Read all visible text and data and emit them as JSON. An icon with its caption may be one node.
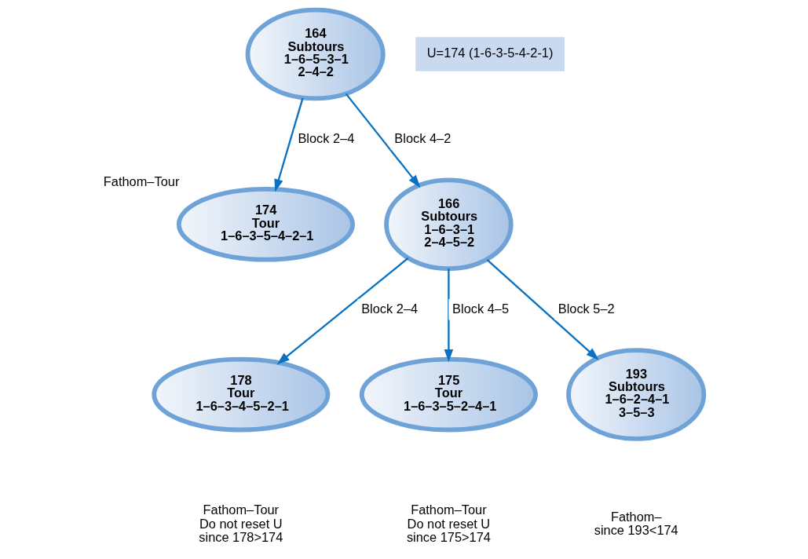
{
  "diagram": {
    "nodes": [
      {
        "text": [
          "164",
          "Subtours",
          "1–6–5–3–1",
          "2–4–2"
        ]
      },
      {
        "text": [
          "U=174 (1-6-3-5-4-2-1)"
        ]
      },
      {
        "text": [
          "174",
          "Tour",
          "1–6–3–5–4–2–1"
        ],
        "beside": [
          "Fathom–Tour"
        ]
      },
      {
        "text": [
          "166",
          "Subtours",
          "1–6–3–1",
          "2–4–5–2"
        ]
      },
      {
        "text": [
          "178",
          "Tour",
          "1–6–3–4–5–2–1"
        ],
        "beside": [
          "Fathom–Tour",
          "Do not reset U",
          "since 178>174"
        ]
      },
      {
        "text": [
          "175",
          "Tour",
          "1–6–3–5–2–4–1"
        ],
        "beside": [
          "Fathom–Tour",
          "Do not reset U",
          "since 175>174"
        ]
      },
      {
        "text": [
          "193",
          "Subtours",
          "1–6–2–4–1",
          "3–5–3"
        ],
        "beside": [
          "Fathom–",
          "since 193<174"
        ]
      }
    ],
    "edges": [
      {
        "from": 0,
        "to": 2,
        "arrow": "to",
        "label": "Block 2–4"
      },
      {
        "from": 0,
        "to": 3,
        "arrow": "to",
        "label": "Block 4–2"
      },
      {
        "from": 3,
        "to": 4,
        "arrow": "to",
        "label": "Block 2–4"
      },
      {
        "from": 3,
        "to": 5,
        "arrow": "to",
        "label": "Block 4–5"
      },
      {
        "from": 3,
        "to": 6,
        "arrow": "to",
        "label": "Block 5–2"
      }
    ]
  }
}
